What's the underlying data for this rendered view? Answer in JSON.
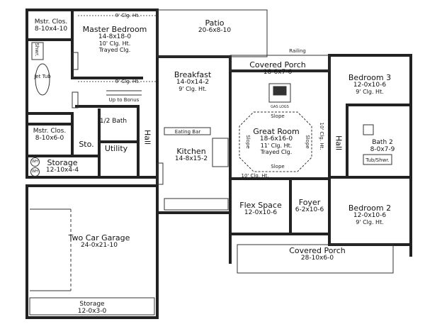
{
  "rooms": {
    "patio": {
      "name": "Patio",
      "dims": "20-6x8-10"
    },
    "master_bedroom": {
      "name": "Master Bedroom",
      "dims": "14-8x18-0",
      "note1": "10' Clg. Ht.",
      "note2": "Trayed Clg."
    },
    "master_closet_top": {
      "name": "Mstr. Clos.",
      "dims": "8-10x4-10"
    },
    "master_closet_bottom": {
      "name": "Mstr. Clos.",
      "dims": "8-10x6-0"
    },
    "storage_left": {
      "name": "Storage",
      "dims": "12-10x4-4"
    },
    "storage_small": {
      "name": "Sto."
    },
    "utility": {
      "name": "Utility"
    },
    "half_bath": {
      "name": "1/2 Bath"
    },
    "breakfast": {
      "name": "Breakfast",
      "dims": "14-0x14-2",
      "note1": "9' Clg. Ht."
    },
    "kitchen": {
      "name": "Kitchen",
      "dims": "14-8x15-2"
    },
    "hall_left": {
      "name": "Hall"
    },
    "covered_porch_rear": {
      "name": "Covered Porch",
      "dims": "18-6x7-6"
    },
    "great_room": {
      "name": "Great Room",
      "dims": "18-6x16-0",
      "note1": "11' Clg. Ht.",
      "note2": "Trayed Clg."
    },
    "bedroom3": {
      "name": "Bedroom 3",
      "dims": "12-0x10-6",
      "note1": "9' Clg. Ht."
    },
    "bath2": {
      "name": "Bath 2",
      "dims": "8-0x7-9"
    },
    "hall_right": {
      "name": "Hall"
    },
    "flex_space": {
      "name": "Flex Space",
      "dims": "12-0x10-6"
    },
    "foyer": {
      "name": "Foyer",
      "dims": "6-2x10-6"
    },
    "bedroom2": {
      "name": "Bedroom 2",
      "dims": "12-0x10-6",
      "note1": "9' Clg. Ht."
    },
    "covered_porch_front": {
      "name": "Covered Porch",
      "dims": "28-10x6-0"
    },
    "garage": {
      "name": "Two Car Garage",
      "dims": "24-0x21-10"
    },
    "storage_bottom": {
      "name": "Storage",
      "dims": "12-0x3-0"
    }
  },
  "annotations": {
    "clg_top": "9' Clg. Ht.",
    "clg_mid": "9' Clg. Ht.",
    "up_to_bonus": "Up to Bonus",
    "shwr": "Shwr.",
    "jet_tub": "Jet Tub",
    "railing": "Railing",
    "slope_top": "Slope",
    "slope_left": "Slope",
    "slope_right": "Slope",
    "slope_bottom": "Slope",
    "clg_great": "10' Clg. Ht.",
    "clg_gr_right": "10' Clg. Ht.",
    "eating_bar": "Eating Bar",
    "tub_shwr": "Tub/Shwr.",
    "wh1": "WH",
    "wh2": "WH",
    "gas_logs": "GAS LOGS"
  }
}
